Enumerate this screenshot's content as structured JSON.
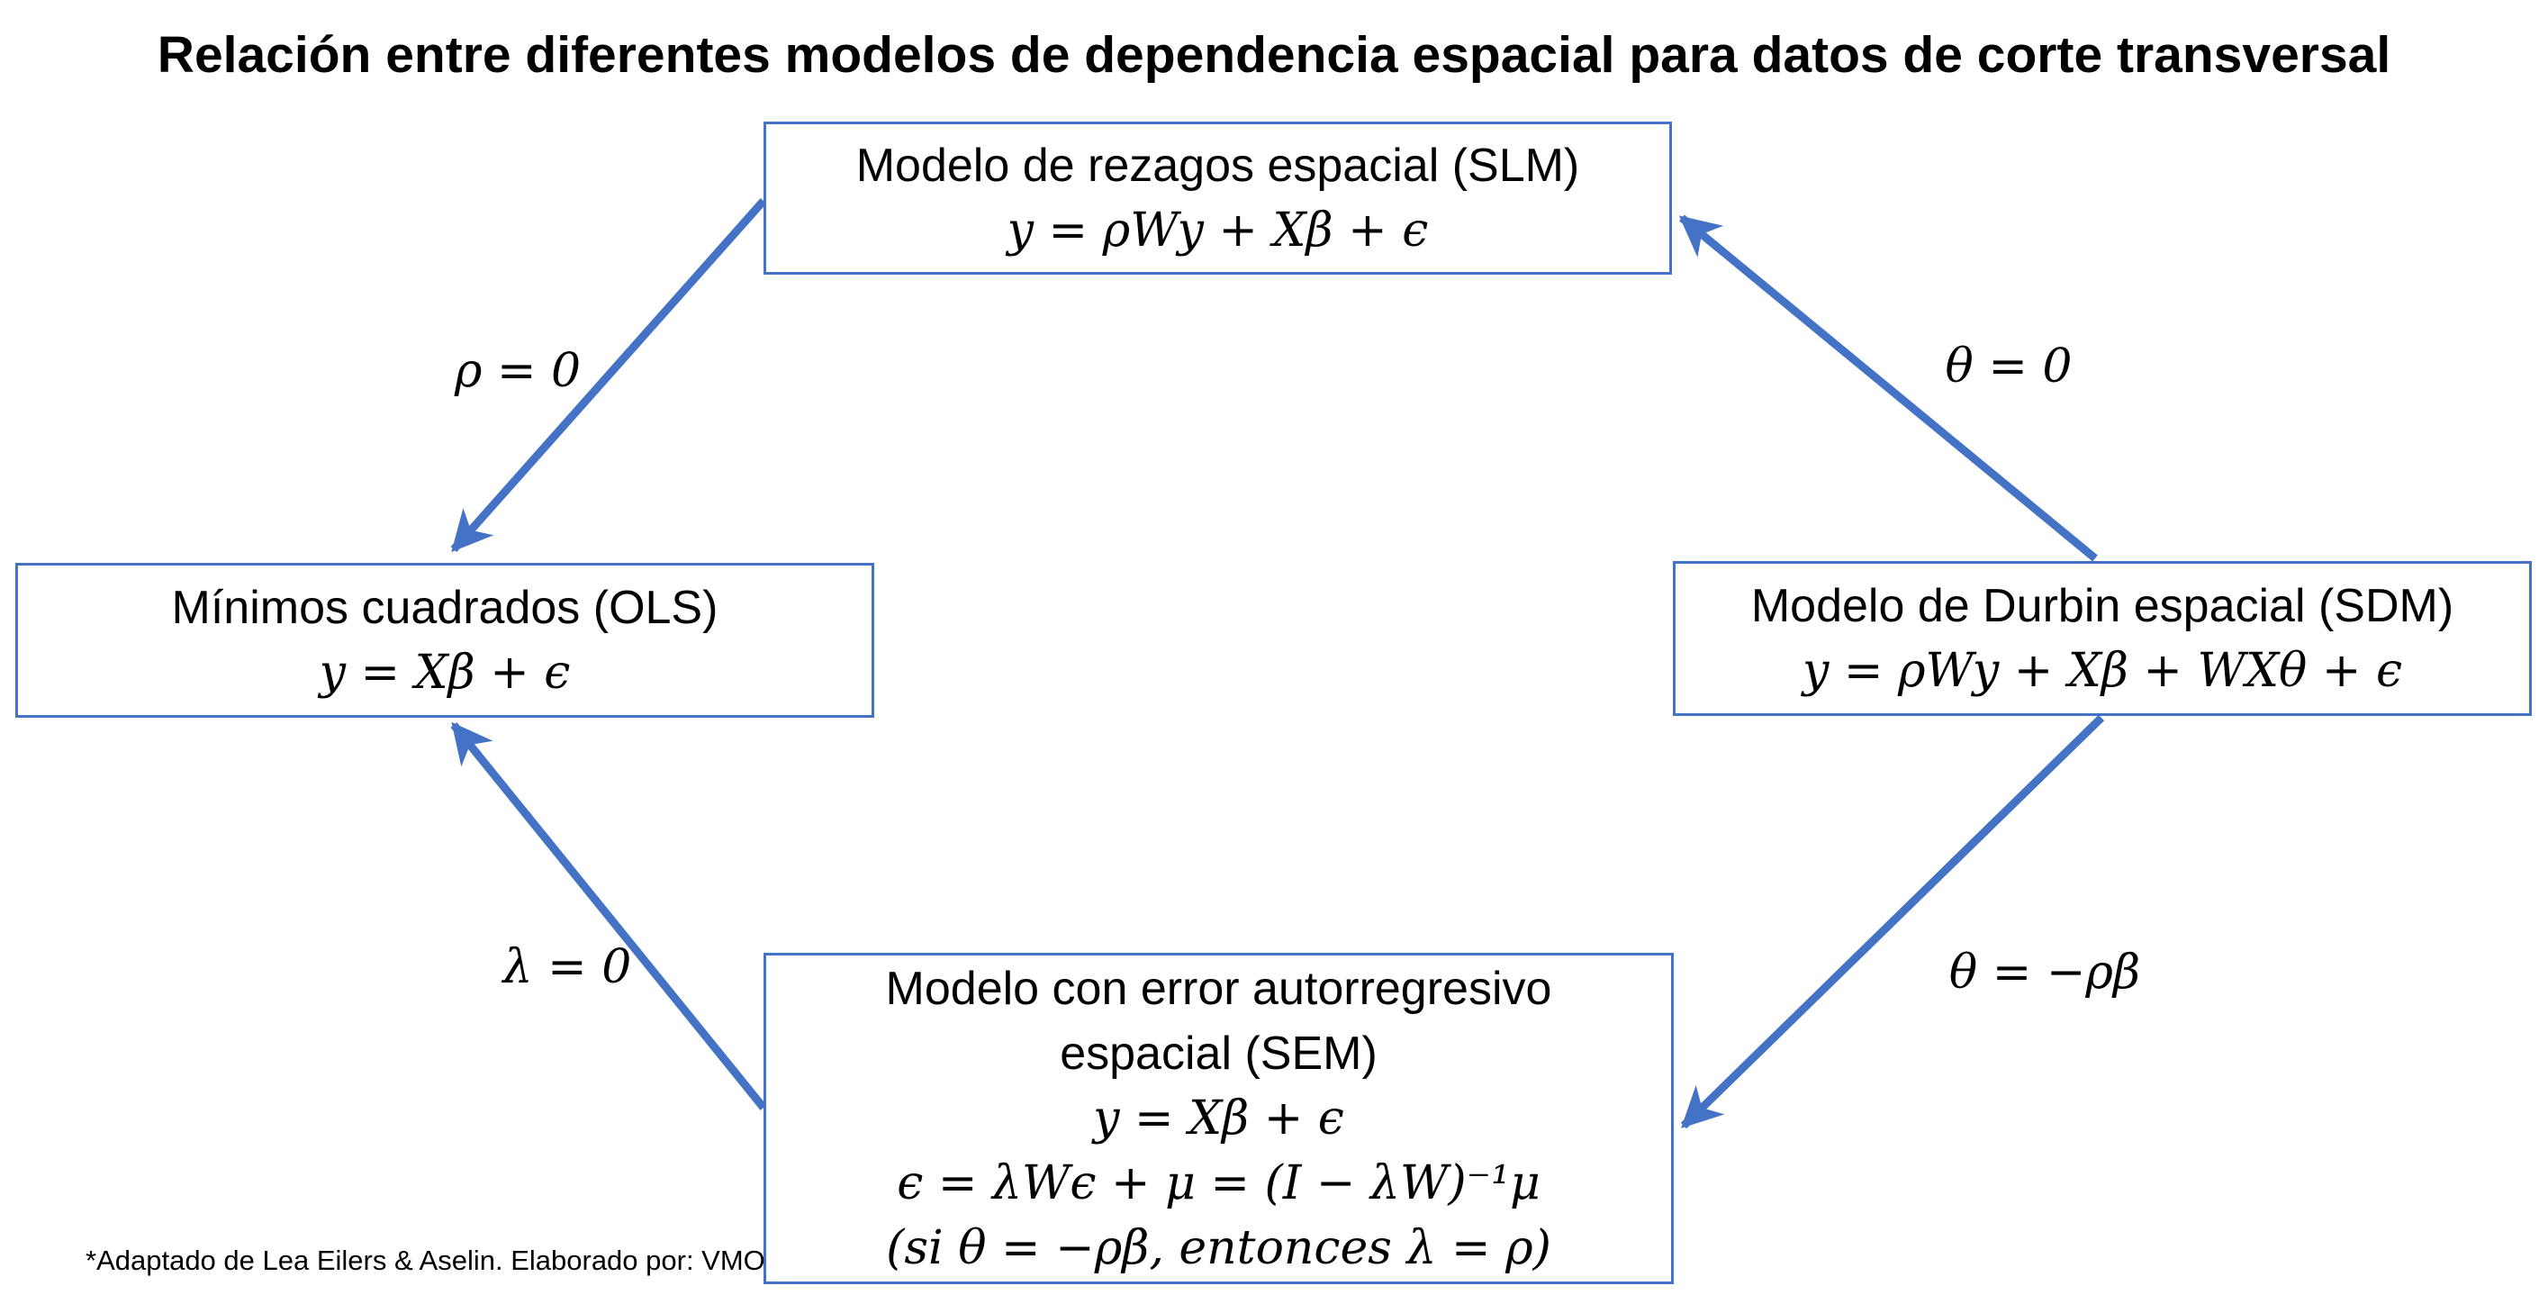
{
  "title": "Relación entre diferentes modelos de dependencia espacial para datos de corte transversal",
  "footnote": "*Adaptado de Lea Eilers & Aselin. Elaborado por: VMO",
  "colors": {
    "accent": "#4472C4",
    "text": "#000000",
    "background": "#FFFFFF"
  },
  "nodes": {
    "slm": {
      "title": "Modelo de rezagos espacial (SLM)",
      "formulas": [
        "y = ρWy + Xβ + ϵ"
      ]
    },
    "ols": {
      "title": "Mínimos cuadrados (OLS)",
      "formulas": [
        "y = Xβ + ϵ"
      ]
    },
    "sdm": {
      "title": "Modelo de Durbin espacial (SDM)",
      "formulas": [
        "y = ρWy + Xβ + WXθ + ϵ"
      ]
    },
    "sem": {
      "title": "Modelo con error autorregresivo espacial (SEM)",
      "formulas": [
        "y = Xβ + ϵ",
        "ϵ = λWϵ + μ = (I − λW)⁻¹μ",
        "(si θ = −ρβ, entonces λ = ρ)"
      ]
    }
  },
  "edges": [
    {
      "from": "slm",
      "to": "ols",
      "label": "ρ = 0"
    },
    {
      "from": "sdm",
      "to": "slm",
      "label": "θ = 0"
    },
    {
      "from": "sem",
      "to": "ols",
      "label": "λ = 0"
    },
    {
      "from": "sdm",
      "to": "sem",
      "label": "θ = −ρβ"
    }
  ]
}
